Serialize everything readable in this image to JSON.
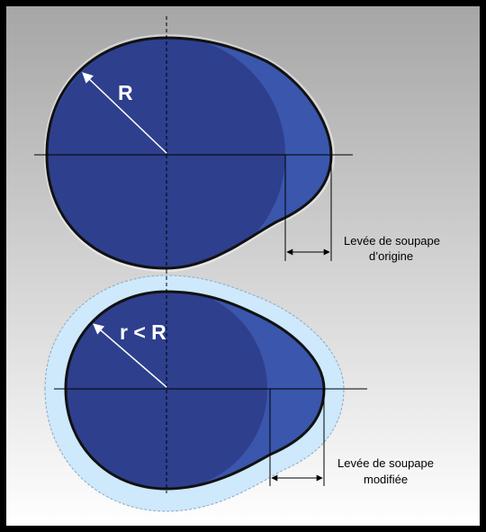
{
  "colors": {
    "frame": "#000000",
    "background_top": "#a6a6a6",
    "background_bottom": "#ffffff",
    "cam_base_circle": "#2e3f8d",
    "cam_lobe": "#3a56ad",
    "cam_outline": "#111111",
    "clearance_zone": "#cde9fb"
  },
  "top_cam": {
    "radius_label": "R",
    "lift_label_line1": "Levée de soupape",
    "lift_label_line2": "d’origine"
  },
  "bottom_cam": {
    "radius_label": "r < R",
    "lift_label_line1": "Levée de soupape",
    "lift_label_line2": "modifiée"
  }
}
